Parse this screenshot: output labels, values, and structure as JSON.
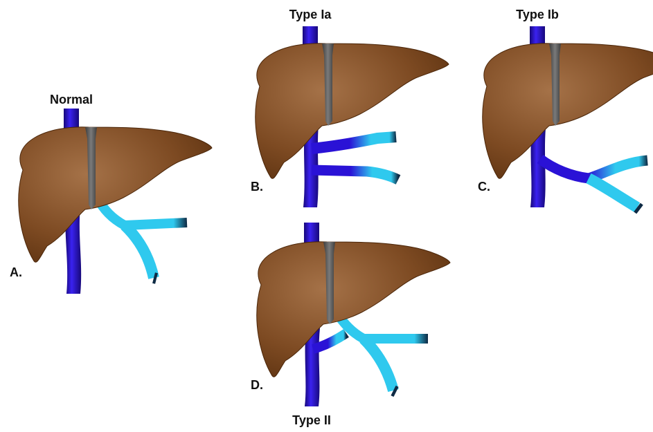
{
  "panels": [
    {
      "id": "A",
      "title": "Normal",
      "letter": "A."
    },
    {
      "id": "B",
      "title": "Type Ia",
      "letter": "B."
    },
    {
      "id": "C",
      "title": "Type Ib",
      "letter": "C."
    },
    {
      "id": "D",
      "title": "Type II",
      "letter": "D."
    }
  ],
  "colors": {
    "liver_light": "#a57248",
    "liver_dark": "#5a300f",
    "ligament": "#5e5e5e",
    "ivc_blue": "#2a12d6",
    "portal_cyan": "#2fc9ee",
    "portal_dark": "#0e2a44"
  }
}
